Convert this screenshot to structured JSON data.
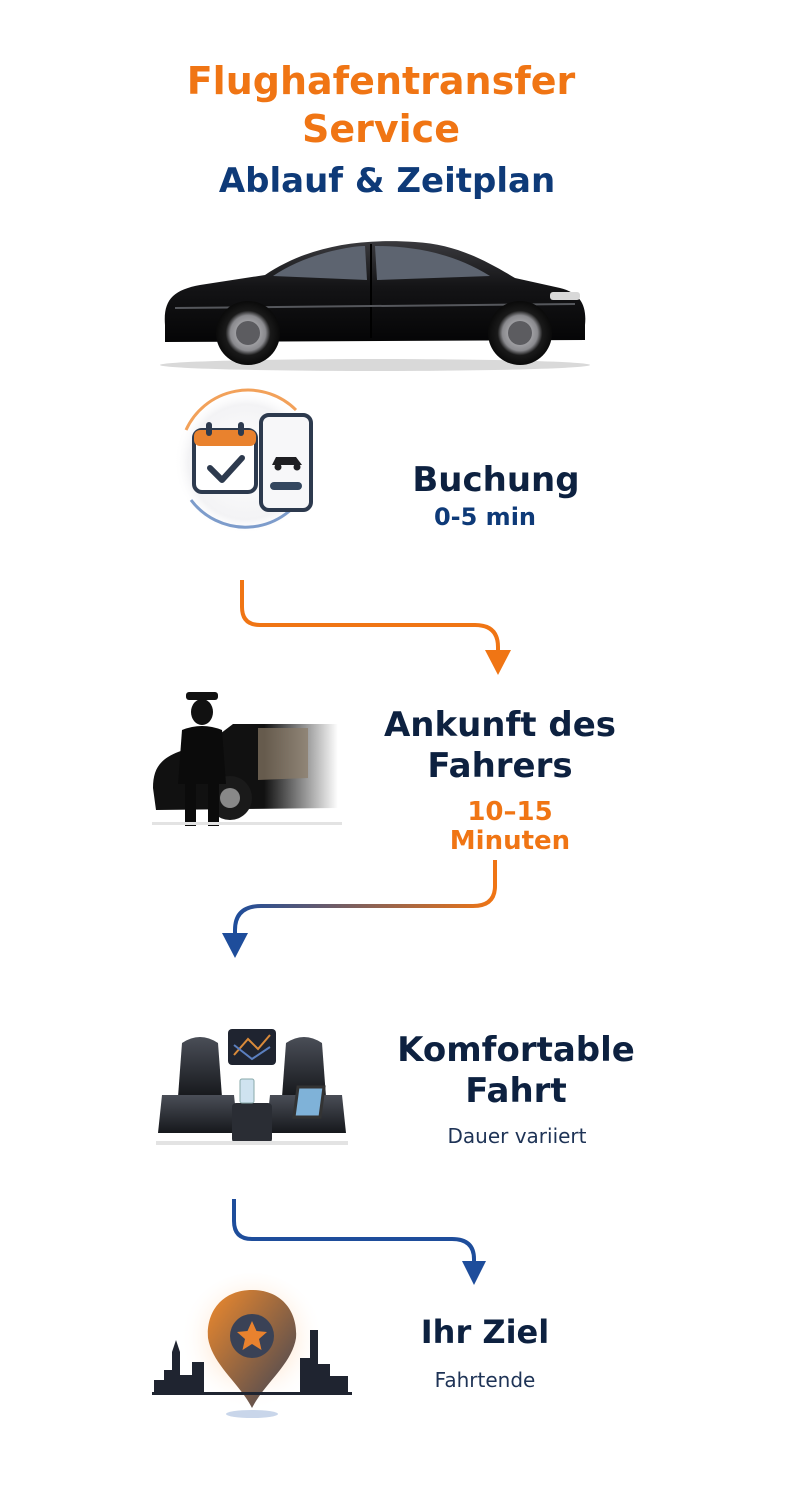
{
  "header": {
    "title_line1": "Flughafentransfer",
    "title_line2": "Service",
    "subtitle": "Ablauf & Zeitplan"
  },
  "steps": [
    {
      "title_lines": [
        "Buchung"
      ],
      "time_lines": [
        "0-5 min"
      ]
    },
    {
      "title_lines": [
        "Ankunft des",
        "Fahrers"
      ],
      "time_lines": [
        "10–15",
        "Minuten"
      ]
    },
    {
      "title_lines": [
        "Komfortable",
        "Fahrt"
      ],
      "time_lines": [
        "Dauer variiert"
      ]
    },
    {
      "title_lines": [
        "Ihr Ziel"
      ],
      "time_lines": [
        "Fahrtende"
      ]
    }
  ],
  "colors": {
    "accent_orange": "#f07514",
    "accent_blue": "#0e3a78",
    "text_dark": "#0d2140"
  },
  "icons": [
    "car-icon",
    "booking-calendar-phone-icon",
    "chauffeur-car-icon",
    "luxury-seats-icon",
    "destination-pin-skyline-icon"
  ]
}
